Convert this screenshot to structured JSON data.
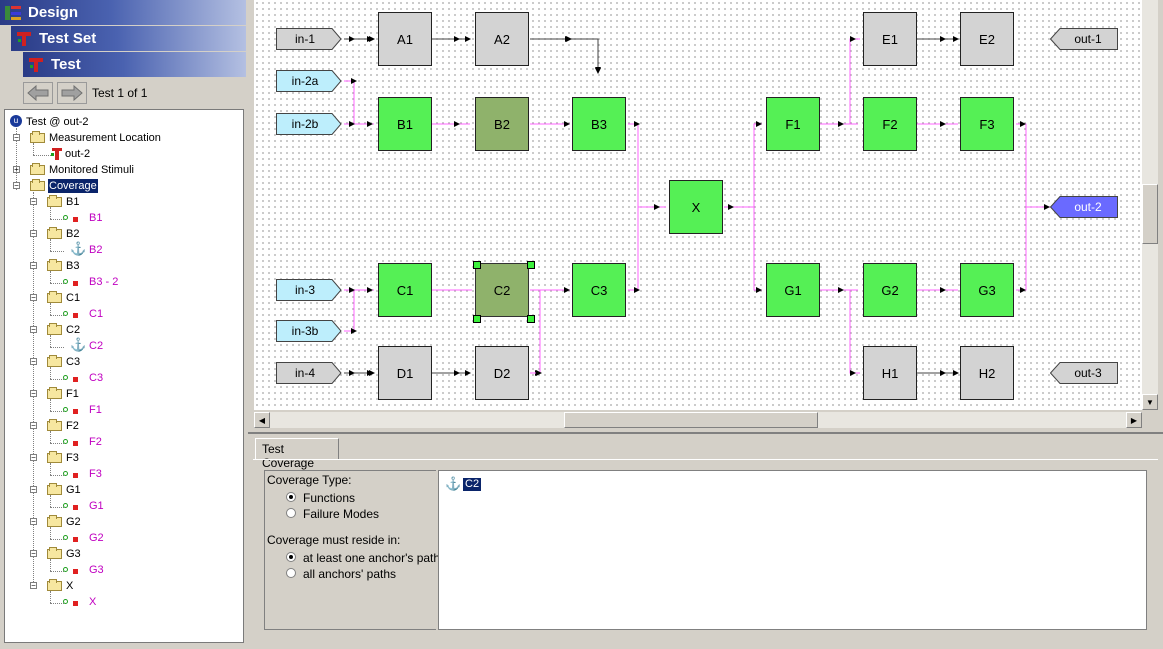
{
  "header": {
    "design_label": "Design",
    "testset_label": "Test Set",
    "test_label": "Test",
    "nav_status": "Test 1 of 1"
  },
  "tree": {
    "root": "Test @ out-2",
    "measurement_location": "Measurement Location",
    "measurement_item": "out-2",
    "monitored_stimuli": "Monitored Stimuli",
    "coverage": "Coverage",
    "coverage_items": [
      {
        "folder": "B1",
        "child": "B1",
        "icon": "fault"
      },
      {
        "folder": "B2",
        "child": "B2",
        "icon": "anchor"
      },
      {
        "folder": "B3",
        "child": "B3 - 2",
        "icon": "fault"
      },
      {
        "folder": "C1",
        "child": "C1",
        "icon": "fault"
      },
      {
        "folder": "C2",
        "child": "C2",
        "icon": "anchor"
      },
      {
        "folder": "C3",
        "child": "C3",
        "icon": "fault"
      },
      {
        "folder": "F1",
        "child": "F1",
        "icon": "fault"
      },
      {
        "folder": "F2",
        "child": "F2",
        "icon": "fault"
      },
      {
        "folder": "F3",
        "child": "F3",
        "icon": "fault"
      },
      {
        "folder": "G1",
        "child": "G1",
        "icon": "fault"
      },
      {
        "folder": "G2",
        "child": "G2",
        "icon": "fault"
      },
      {
        "folder": "G3",
        "child": "G3",
        "icon": "fault"
      },
      {
        "folder": "X",
        "child": "X",
        "icon": "fault"
      }
    ]
  },
  "diagram": {
    "inputs": [
      "in-1",
      "in-2a",
      "in-2b",
      "in-3",
      "in-3b",
      "in-4"
    ],
    "outputs": [
      "out-1",
      "out-2",
      "out-3"
    ],
    "blocks": [
      "A1",
      "A2",
      "B1",
      "B2",
      "B3",
      "C1",
      "C2",
      "C3",
      "D1",
      "D2",
      "X",
      "E1",
      "E2",
      "F1",
      "F2",
      "F3",
      "G1",
      "G2",
      "G3",
      "H1",
      "H2"
    ],
    "colors": {
      "covered": "#55f055",
      "uncovered": "#d3d3d3",
      "anchor": "#8fb26b",
      "path": "#ff66ff",
      "selected_output": "#6a6aff",
      "input_port": "#bdeefc"
    }
  },
  "panel": {
    "tab_label": "Test Coverage",
    "coverage_type_label": "Coverage Type:",
    "option_functions": "Functions",
    "option_failure_modes": "Failure Modes",
    "reside_label": "Coverage must reside in:",
    "option_one_anchor": "at least one anchor's path",
    "option_all_anchors": "all anchors' paths",
    "anchor_item": "C2"
  }
}
